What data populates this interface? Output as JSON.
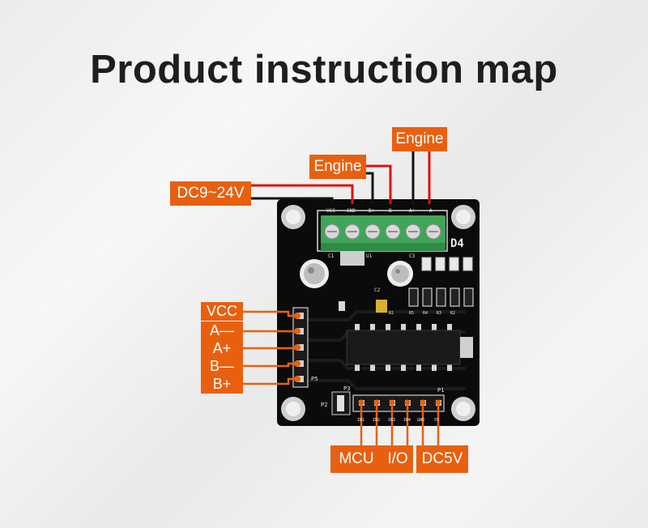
{
  "title": "Product instruction map",
  "labels": {
    "engine_top": "Engine",
    "engine_mid": "Engine",
    "power": "DC9~24V",
    "mcu": "MCU",
    "io": "I/O",
    "dc5v": "DC5V"
  },
  "pins_left": [
    "VCC",
    "A—",
    "A+",
    "B—",
    "B+"
  ],
  "board": {
    "terminal_labels": [
      "VCC",
      "GND",
      "B+",
      "B-",
      "A+",
      "A-"
    ],
    "silkscreen": [
      "D4",
      "P5",
      "P3",
      "P2",
      "P1",
      "U1",
      "C1",
      "C2",
      "C3"
    ],
    "bottom_pins": [
      "IN1",
      "IN2",
      "IN3",
      "IN4",
      "GND",
      "5V"
    ],
    "resistors": [
      "R5",
      "R4",
      "R3",
      "R2",
      "R1"
    ]
  },
  "colors": {
    "accent": "#e8600f",
    "wire_red": "#e01010",
    "wire_black": "#111111",
    "board": "#0c0c0c",
    "terminal_green": "#3fa657"
  }
}
